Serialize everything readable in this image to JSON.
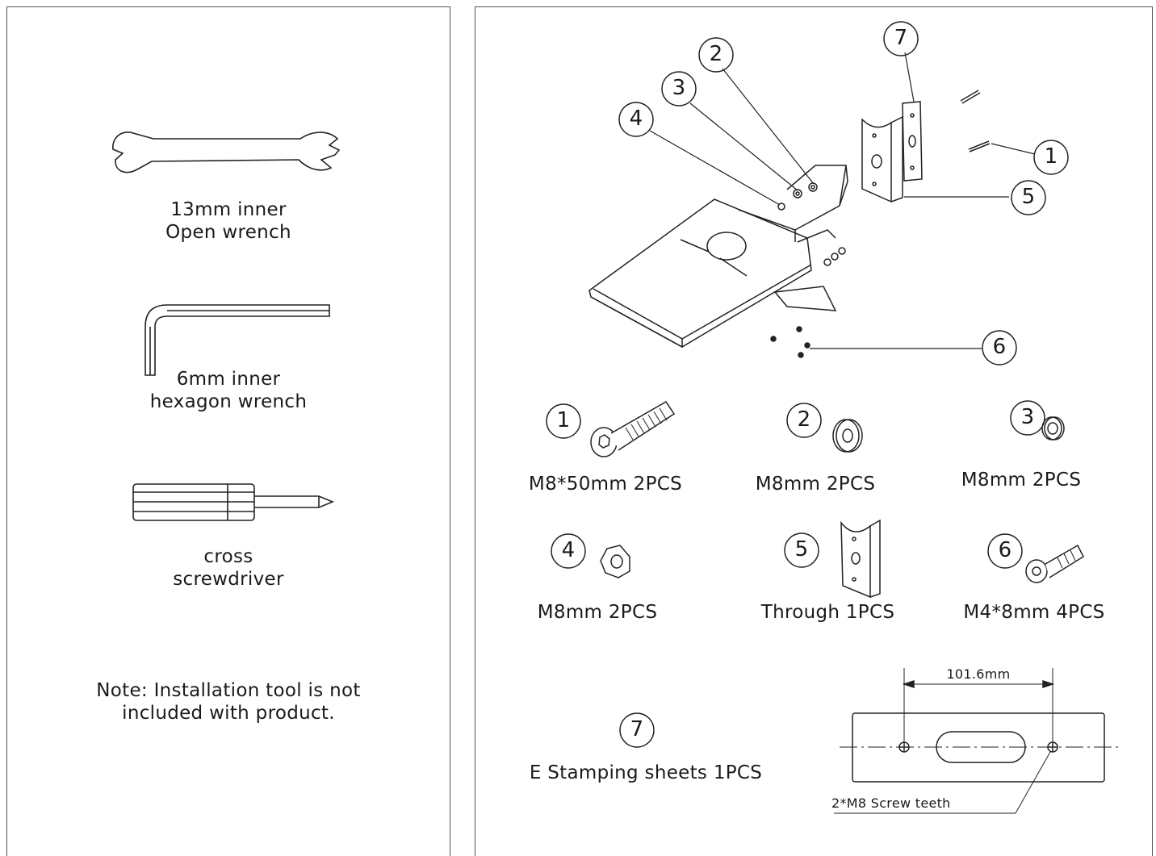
{
  "tools": [
    {
      "line1": "13mm inner",
      "line2": "Open wrench",
      "icon": "open-wrench-icon"
    },
    {
      "line1": "6mm inner",
      "line2": "hexagon wrench",
      "icon": "hex-key-icon"
    },
    {
      "line1": "cross",
      "line2": "screwdriver",
      "icon": "screwdriver-icon"
    }
  ],
  "note": {
    "line1": "Note: Installation tool is not",
    "line2": "included with product."
  },
  "callouts": [
    "1",
    "2",
    "3",
    "4",
    "5",
    "6",
    "7"
  ],
  "parts": [
    {
      "num": "1",
      "label": "M8*50mm 2PCS",
      "icon": "bolt-icon"
    },
    {
      "num": "2",
      "label": "M8mm 2PCS",
      "icon": "flat-washer-icon"
    },
    {
      "num": "3",
      "label": "M8mm 2PCS",
      "icon": "spring-washer-icon"
    },
    {
      "num": "4",
      "label": "M8mm 2PCS",
      "icon": "hex-nut-icon"
    },
    {
      "num": "5",
      "label": "Through 1PCS",
      "icon": "through-bracket-icon"
    },
    {
      "num": "6",
      "label": "M4*8mm 4PCS",
      "icon": "small-screw-icon"
    },
    {
      "num": "7",
      "label": "E Stamping sheets 1PCS",
      "icon": "stamping-sheet-icon"
    }
  ],
  "plate": {
    "dimension": "101.6mm",
    "hole_label": "2*M8 Screw teeth"
  }
}
